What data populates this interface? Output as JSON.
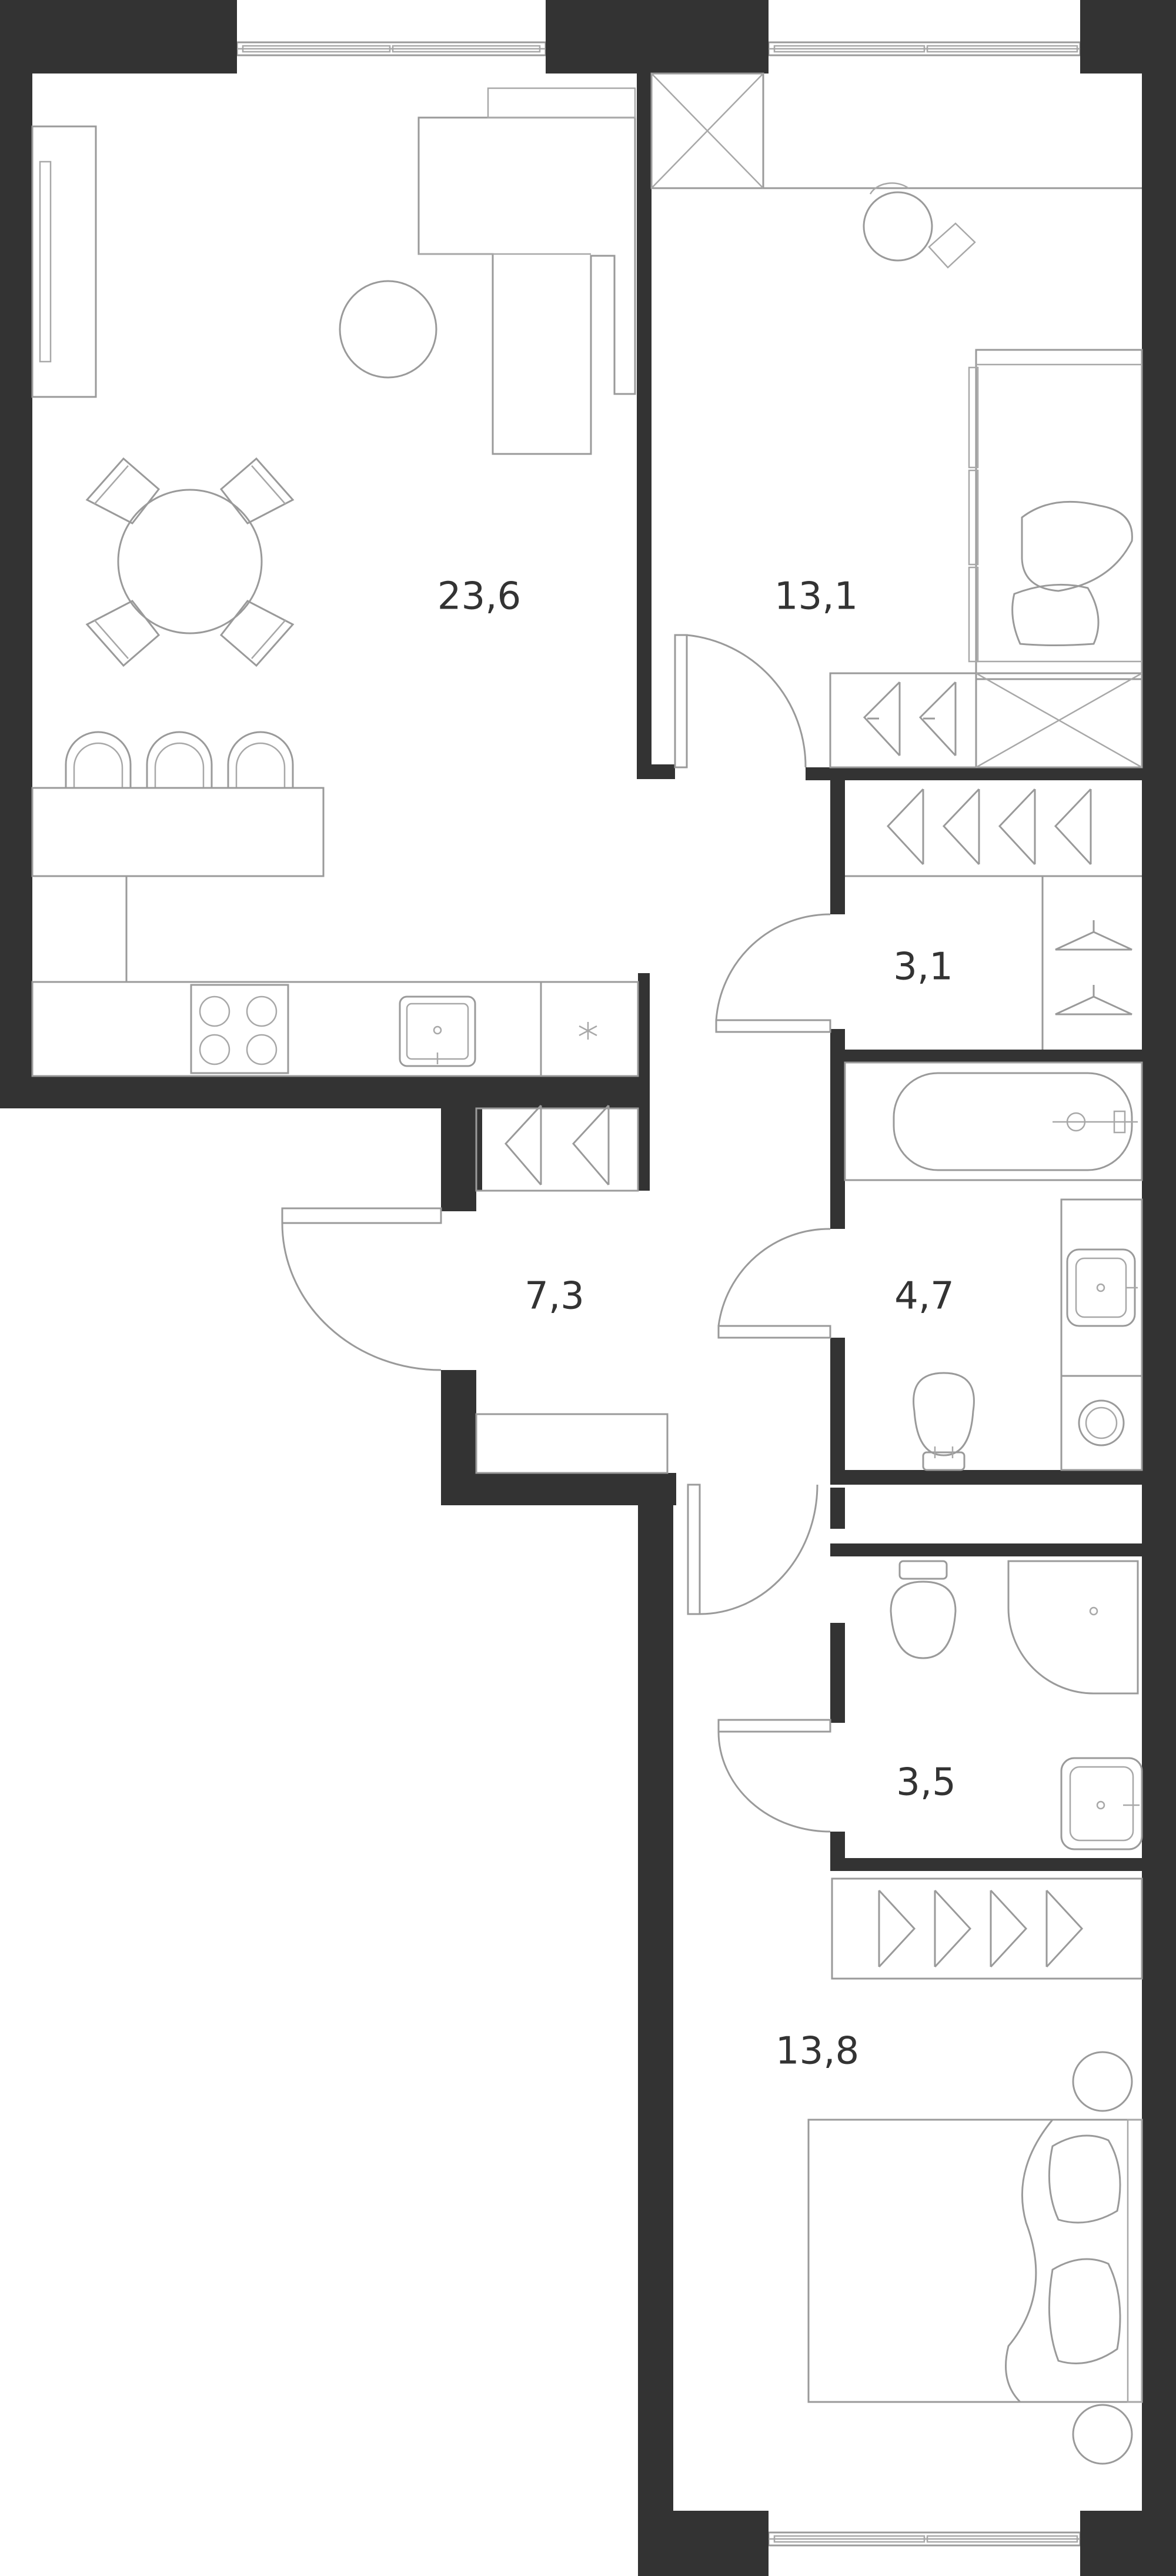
{
  "plan": {
    "colors": {
      "wall": "#333333",
      "furniture": "#9a9a9a",
      "label": "#333333"
    },
    "rooms": [
      {
        "id": "living-kitchen",
        "area": "23,6"
      },
      {
        "id": "bedroom-1",
        "area": "13,1"
      },
      {
        "id": "wardrobe",
        "area": "3,1"
      },
      {
        "id": "bathroom",
        "area": "4,7"
      },
      {
        "id": "hallway",
        "area": "7,3"
      },
      {
        "id": "shower-room",
        "area": "3,5"
      },
      {
        "id": "bedroom-2",
        "area": "13,8"
      }
    ],
    "icons": [
      "sofa-icon",
      "armchair-icon",
      "round-table-icon",
      "chair-icon",
      "bar-stool-icon",
      "stove-icon",
      "sink-icon",
      "refrigerator-icon",
      "bed-icon",
      "pillow-icon",
      "hanger-icon",
      "bathtub-icon",
      "toilet-icon",
      "washing-machine-icon",
      "shower-tray-icon",
      "desk-chair-icon",
      "nightstand-icon",
      "window-icon",
      "door-icon"
    ]
  }
}
